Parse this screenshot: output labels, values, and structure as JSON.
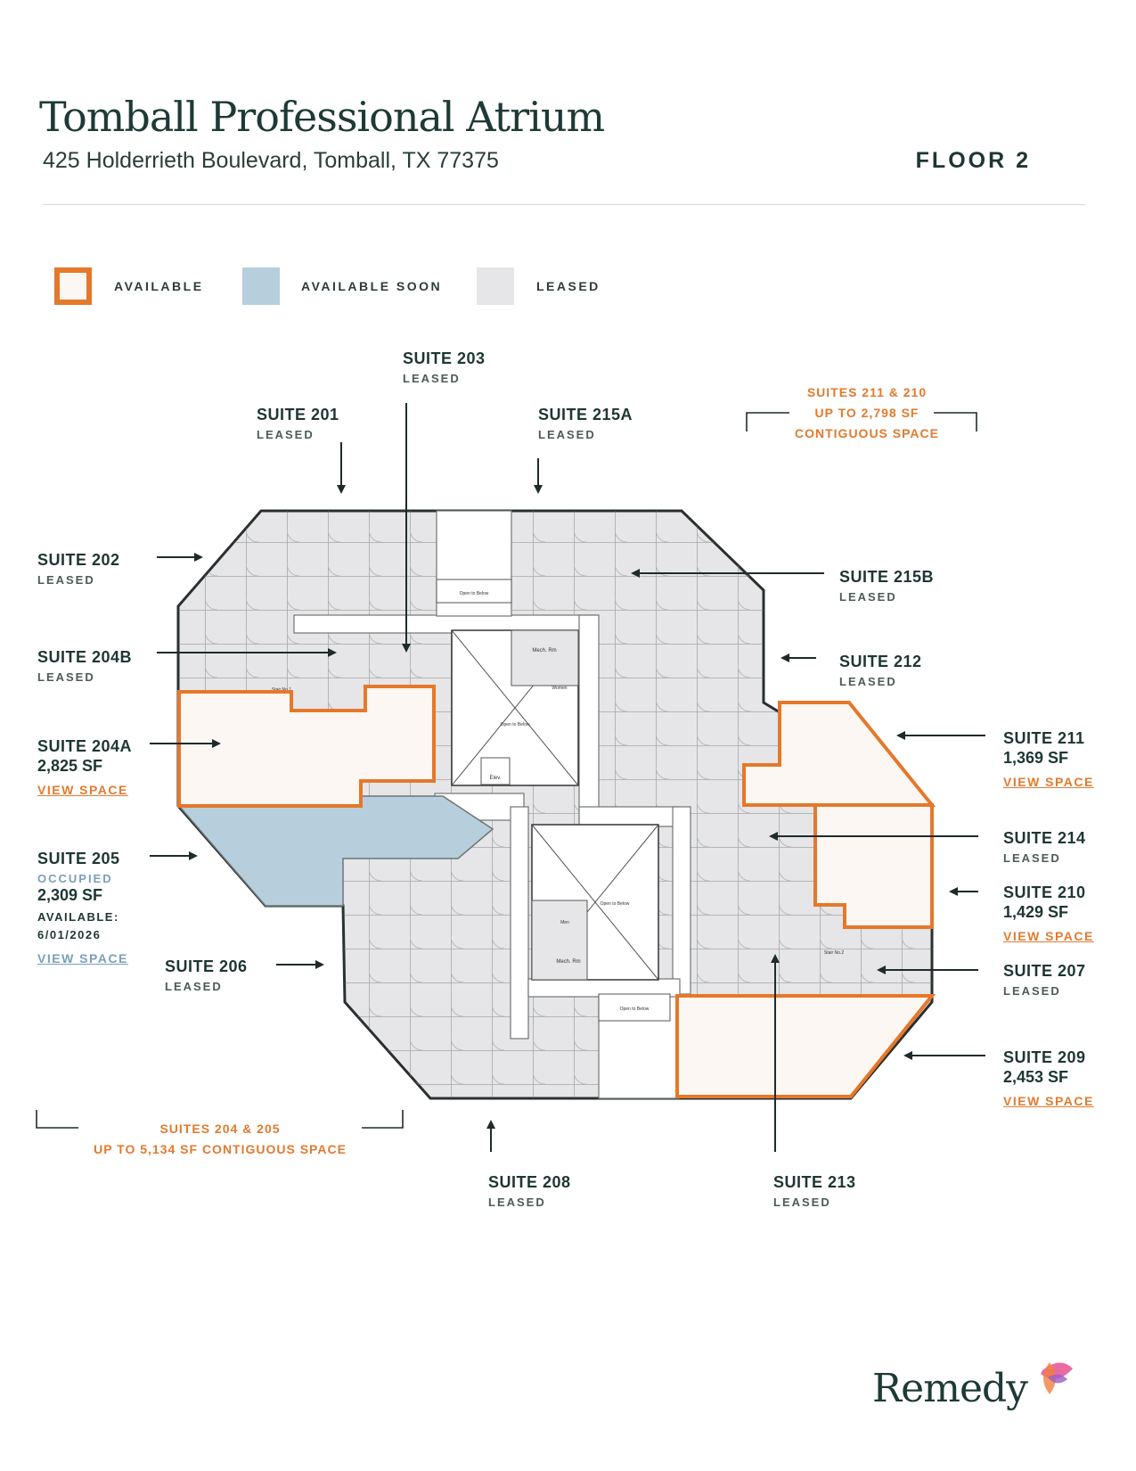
{
  "header": {
    "title": "Tomball Professional Atrium",
    "address": "425 Holderrieth Boulevard, Tomball, TX 77375",
    "floor": "FLOOR 2"
  },
  "legend": {
    "available": "AVAILABLE",
    "available_soon": "AVAILABLE SOON",
    "leased": "LEASED"
  },
  "colors": {
    "available_outline": "#e5782b",
    "available_fill": "#fdf7f3",
    "available_soon_fill": "#b7cfdc",
    "leased_fill": "#e6e6e8",
    "dark_text": "#1e3633"
  },
  "suites": {
    "s203": {
      "name": "SUITE 203",
      "status": "LEASED"
    },
    "s201": {
      "name": "SUITE 201",
      "status": "LEASED"
    },
    "s215a": {
      "name": "SUITE 215A",
      "status": "LEASED"
    },
    "s202": {
      "name": "SUITE 202",
      "status": "LEASED"
    },
    "s215b": {
      "name": "SUITE 215B",
      "status": "LEASED"
    },
    "s204b": {
      "name": "SUITE 204B",
      "status": "LEASED"
    },
    "s212": {
      "name": "SUITE 212",
      "status": "LEASED"
    },
    "s204a": {
      "name": "SUITE 204A",
      "sf": "2,825 SF",
      "link": "VIEW SPACE"
    },
    "s211": {
      "name": "SUITE 211",
      "sf": "1,369 SF",
      "link": "VIEW SPACE"
    },
    "s205": {
      "name": "SUITE 205",
      "status": "OCCUPIED",
      "sf": "2,309 SF",
      "available_label": "AVAILABLE:",
      "available_date": "6/01/2026",
      "link": "VIEW SPACE"
    },
    "s214": {
      "name": "SUITE 214",
      "status": "LEASED"
    },
    "s210": {
      "name": "SUITE 210",
      "sf": "1,429 SF",
      "link": "VIEW SPACE"
    },
    "s206": {
      "name": "SUITE 206",
      "status": "LEASED"
    },
    "s207": {
      "name": "SUITE 207",
      "status": "LEASED"
    },
    "s209": {
      "name": "SUITE 209",
      "sf": "2,453 SF",
      "link": "VIEW SPACE"
    },
    "s208": {
      "name": "SUITE 208",
      "status": "LEASED"
    },
    "s213": {
      "name": "SUITE 213",
      "status": "LEASED"
    }
  },
  "contiguous": {
    "east": {
      "line1": "SUITES 211 & 210",
      "line2": "UP TO 2,798 SF",
      "line3": "CONTIGUOUS SPACE"
    },
    "west": {
      "line1": "SUITES 204 & 205",
      "line2": "UP TO 5,134 SF CONTIGUOUS SPACE"
    }
  },
  "plan_labels": {
    "open_below": "Open to Below",
    "mech_rm": "Mech. Rm",
    "women": "Women",
    "men": "Men",
    "elev": "Elev.",
    "stair1": "Stair No.1",
    "stair2": "Stair No.2"
  },
  "brand": {
    "name": "Remedy"
  }
}
